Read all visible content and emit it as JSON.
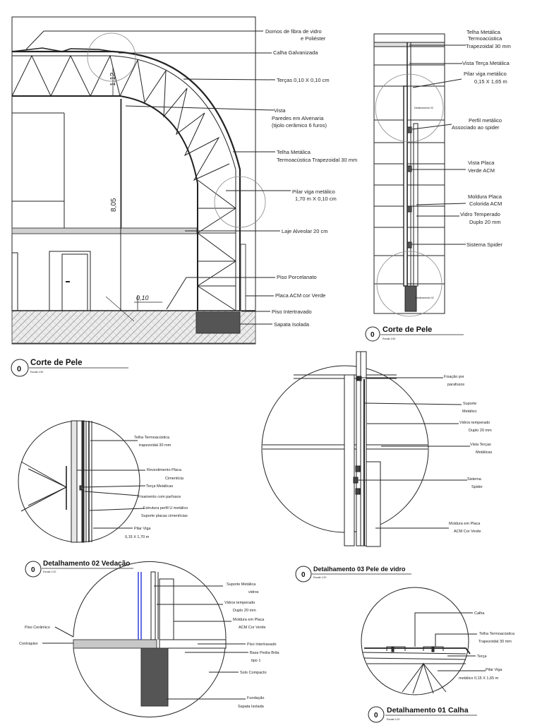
{
  "section1": {
    "labels": [
      "Domos  de fibra de vidro",
      "e Poliéster",
      "Calha Galvanizada",
      "Terças 0,10 X 0,10 cm",
      "Vista",
      "Paredes em Alvenaria",
      "(tijolo cerâmico 6 furos)",
      "Telha Metálica",
      "Termoacústica Trapezoidal 30 mm",
      "Pilar viga metálico",
      "1,70 m X 0,10 cm",
      "Laje Alveolar 20 cm",
      "Piso Porcelanato",
      "Placa ACM cor Verde",
      "Piso Intertravado",
      "Sapata Isolada"
    ],
    "dims": [
      "1,12",
      "8,05",
      "0,10"
    ],
    "title": "Corte de Pele",
    "scale": "Escala 1:50"
  },
  "section2": {
    "labels": [
      "Telha Metálica",
      "Termoacústica",
      "Trapezoidal 30 mm",
      "Vista Terça Metálica",
      "Pilar viga metálico",
      "0,15 X 1,65 m",
      "Perfil metálico",
      "Associado ao spider",
      "Vista Placa",
      "Verde ACM",
      "Moldura Placa",
      "Colorida ACM",
      "Vidro Temperado",
      "Duplo  20 mm",
      "Sistema Spider"
    ],
    "circle_tags": [
      "Detalhamento 03",
      "Detalhamento 02"
    ],
    "title": "Corte de Pele",
    "scale": "Escala 1:50"
  },
  "detail02": {
    "labels": [
      "Telha Termoacústica",
      "trapezoidal 30 mm",
      "Revestimento Placa",
      "Cimentícia",
      "Terça Metálicas",
      "Fixamento com parfusos",
      "Estrutura perfil U metálico",
      "Suporte placas cimentícias",
      "Pilar Viga",
      "0,15 X 1,70 m"
    ],
    "title": "Detalhamento 02 Vedação",
    "scale": "Escala 1:20"
  },
  "detail03": {
    "labels": [
      "Fixação por",
      "parafusos",
      "Suporte",
      "Metálico",
      "Vidros temperado",
      "Duplo 20 mm",
      "Vista Terças",
      "Metálicas",
      "Sistema",
      "Spider",
      "Moldura em Placa",
      "ACM Cor Verde"
    ],
    "title": "Detalhamento 03 Pele de vidro",
    "scale": "Escala 1:20"
  },
  "detail04": {
    "labels": [
      "Suporte Metálica",
      "vidros",
      "Vidros temperado",
      "Duplo 20 mm",
      "Moldura em Placa",
      "ACM Cor Verde",
      "Piso Cerâmico",
      "Contrapiso",
      "Piso Intertravado",
      "Base Pedra Brita",
      "tipo 1",
      "Solo Compacto",
      "Fundação",
      "Sapata Isolada"
    ]
  },
  "detail01": {
    "labels": [
      "Calha",
      "Telha Termoacústica",
      "Trapezoidal 30 mm",
      "Terça",
      "Pilar Viga",
      "metálico 0,15 X 1,65 m"
    ],
    "title": "Detalhamento 01 Calha",
    "scale": "Escala 1:20"
  },
  "markers": [
    "0",
    "0",
    "0",
    "0",
    "0"
  ],
  "colors": {
    "line": "#222222",
    "hatch": "#9a9a9a",
    "footing": "#555555",
    "glass_blue": "#2f3fd6"
  }
}
